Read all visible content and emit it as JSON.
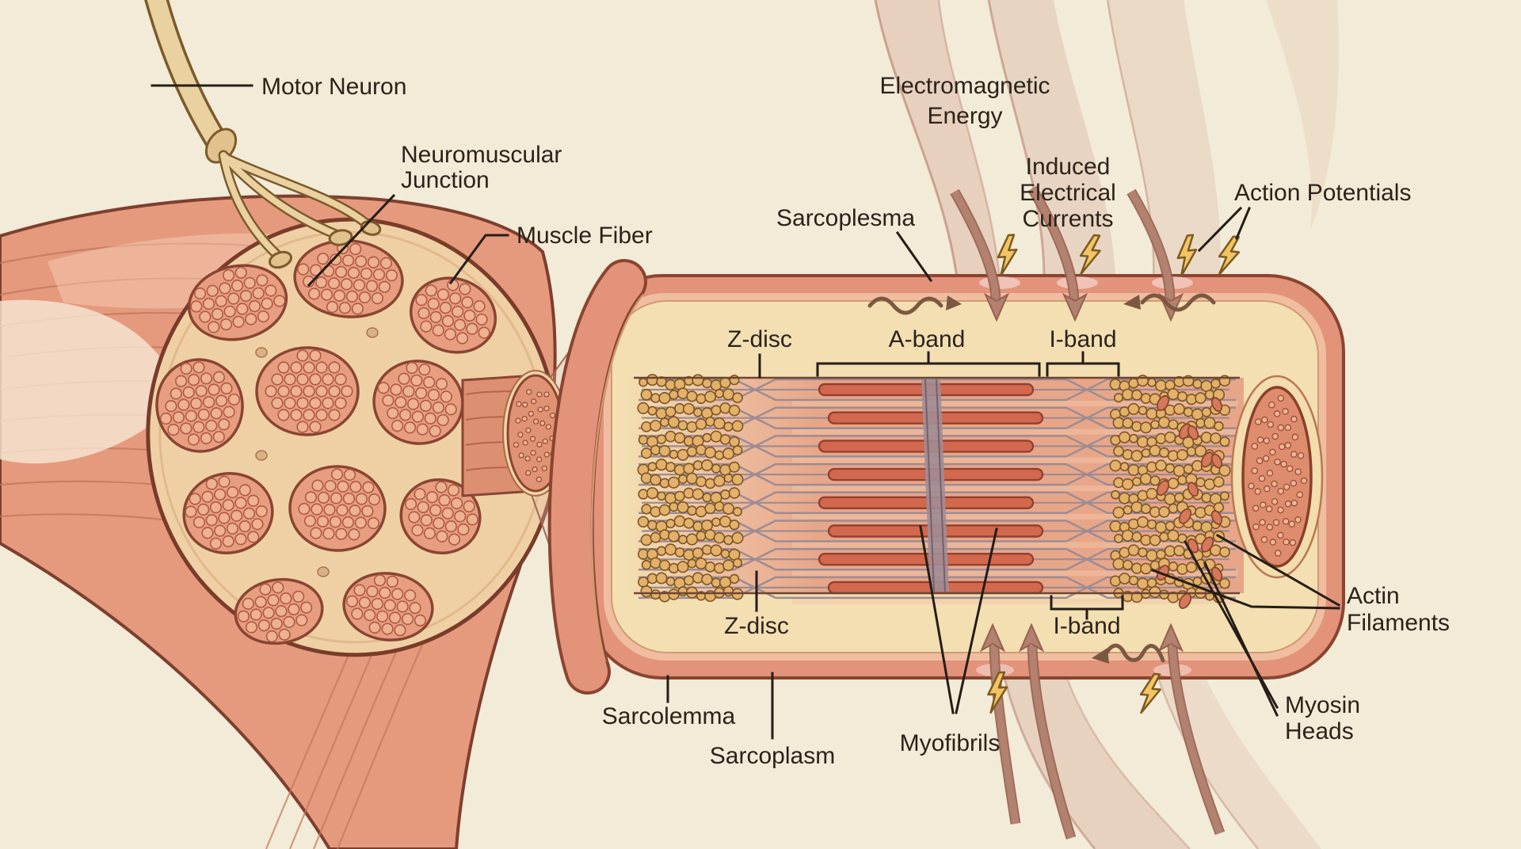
{
  "figure": {
    "title": "Muscle Fiber Anatomy Diagram",
    "background_color": "#f2ebd8",
    "text_color": "#2b231a",
    "colors": {
      "muscle_fill": "#e59a7e",
      "muscle_outline": "#7d3f2e",
      "striation": "#c07659",
      "cross_section_matrix": "#efd0a4",
      "fascicle_fill": "#e79d80",
      "fascicle_outline": "#8a4532",
      "fiber_dot_fill": "#eeb192",
      "fiber_dot_outline": "#b05a44",
      "nerve_fill": "#ead1a0",
      "nerve_outline": "#7c5a2c",
      "rim_salmon": "#e2937a",
      "rim_light": "#f0bda0",
      "rim_outline": "#8a4430",
      "sarcoplasm_cream": "#f3dfb2",
      "array_salmon": "#e8a689",
      "myosin_bar_fill": "#d2684e",
      "myosin_bar_outline": "#93402e",
      "filament_gray": "#9d8c92",
      "m_line": "#a18c95",
      "m_line_dark": "#75616b",
      "bead_fill": "#e3b169",
      "bead_outline": "#7c5526",
      "droplet_fill": "#d4795a",
      "droplet_outline": "#8a4630",
      "cap_fill": "#dd8c6d",
      "cap_ring": "#f3dcae",
      "cap_dot_fill": "#edb795",
      "cap_dot_outline": "#9c4c36",
      "stream_fill": "rgba(205,147,130,0.28)",
      "stream_edge": "rgba(176,112,95,0.5)",
      "big_arrow": "#b3816f",
      "big_arrow_outline": "#96604e",
      "wavy_arrow": "#7d5840",
      "bolt_fill": "#f2c463",
      "bolt_outline": "#7c5920",
      "pointer_line": "#241d15"
    },
    "labels": {
      "motor_neuron": "Motor Neuron",
      "neuromuscular_junction_line1": "Neuromuscular",
      "neuromuscular_junction_line2": "Junction",
      "muscle_fiber": "Muscle Fiber",
      "sarcoplesma": "Sarcoplesma",
      "electromagnetic_energy_line1": "Electromagnetic",
      "electromagnetic_energy_line2": "Energy",
      "induced_line1": "Induced",
      "induced_line2": "Electrical",
      "induced_line3": "Currents",
      "action_potentials": "Action Potentials",
      "z_disc_top": "Z-disc",
      "a_band": "A-band",
      "i_band_top": "I-band",
      "z_disc_bottom": "Z-disc",
      "i_band_bottom": "I-band",
      "sarcolemma": "Sarcolemma",
      "sarcoplasm": "Sarcoplasm",
      "myofibrils": "Myofibrils",
      "actin_filaments_line1": "Actin",
      "actin_filaments_line2": "Filaments",
      "myosin_heads_line1": "Myosin",
      "myosin_heads_line2": "Heads"
    },
    "icons": {
      "lightning_bolt_count_top": 4,
      "lightning_bolt_count_bottom": 2
    }
  }
}
